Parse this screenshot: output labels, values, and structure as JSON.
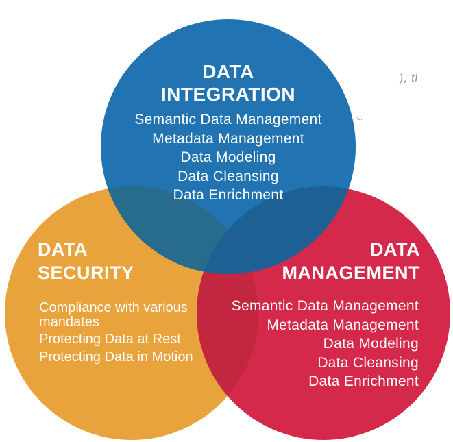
{
  "colors": {
    "blue": "#2173B1",
    "blue_over_yellow": "#276C8D",
    "blue_over_red": "#1E5F94",
    "yellow": "#E8A33C",
    "red": "#D4294A",
    "red_over_yellow": "#C32740",
    "text": "#FFFFFF",
    "artifact_gray": "#8A8A8A"
  },
  "circles": {
    "integration": {
      "title_line1": "DATA",
      "title_line2": "INTEGRATION",
      "items": [
        "Semantic Data Management",
        "Metadata Management",
        "Data Modeling",
        "Data Cleansing",
        "Data Enrichment"
      ]
    },
    "security": {
      "title_line1": "DATA",
      "title_line2": "SECURITY",
      "items": [
        "Compliance with various mandates",
        "Protecting Data at Rest",
        "Protecting Data in Motion"
      ]
    },
    "management": {
      "title_line1": "DATA",
      "title_line2": "MANAGEMENT",
      "items": [
        "Semantic Data Management",
        "Metadata Management",
        "Data Modeling",
        "Data Cleansing",
        "Data Enrichment"
      ]
    }
  },
  "artifacts": {
    "top_right_fragment": "), tl",
    "small_mark": "c."
  }
}
